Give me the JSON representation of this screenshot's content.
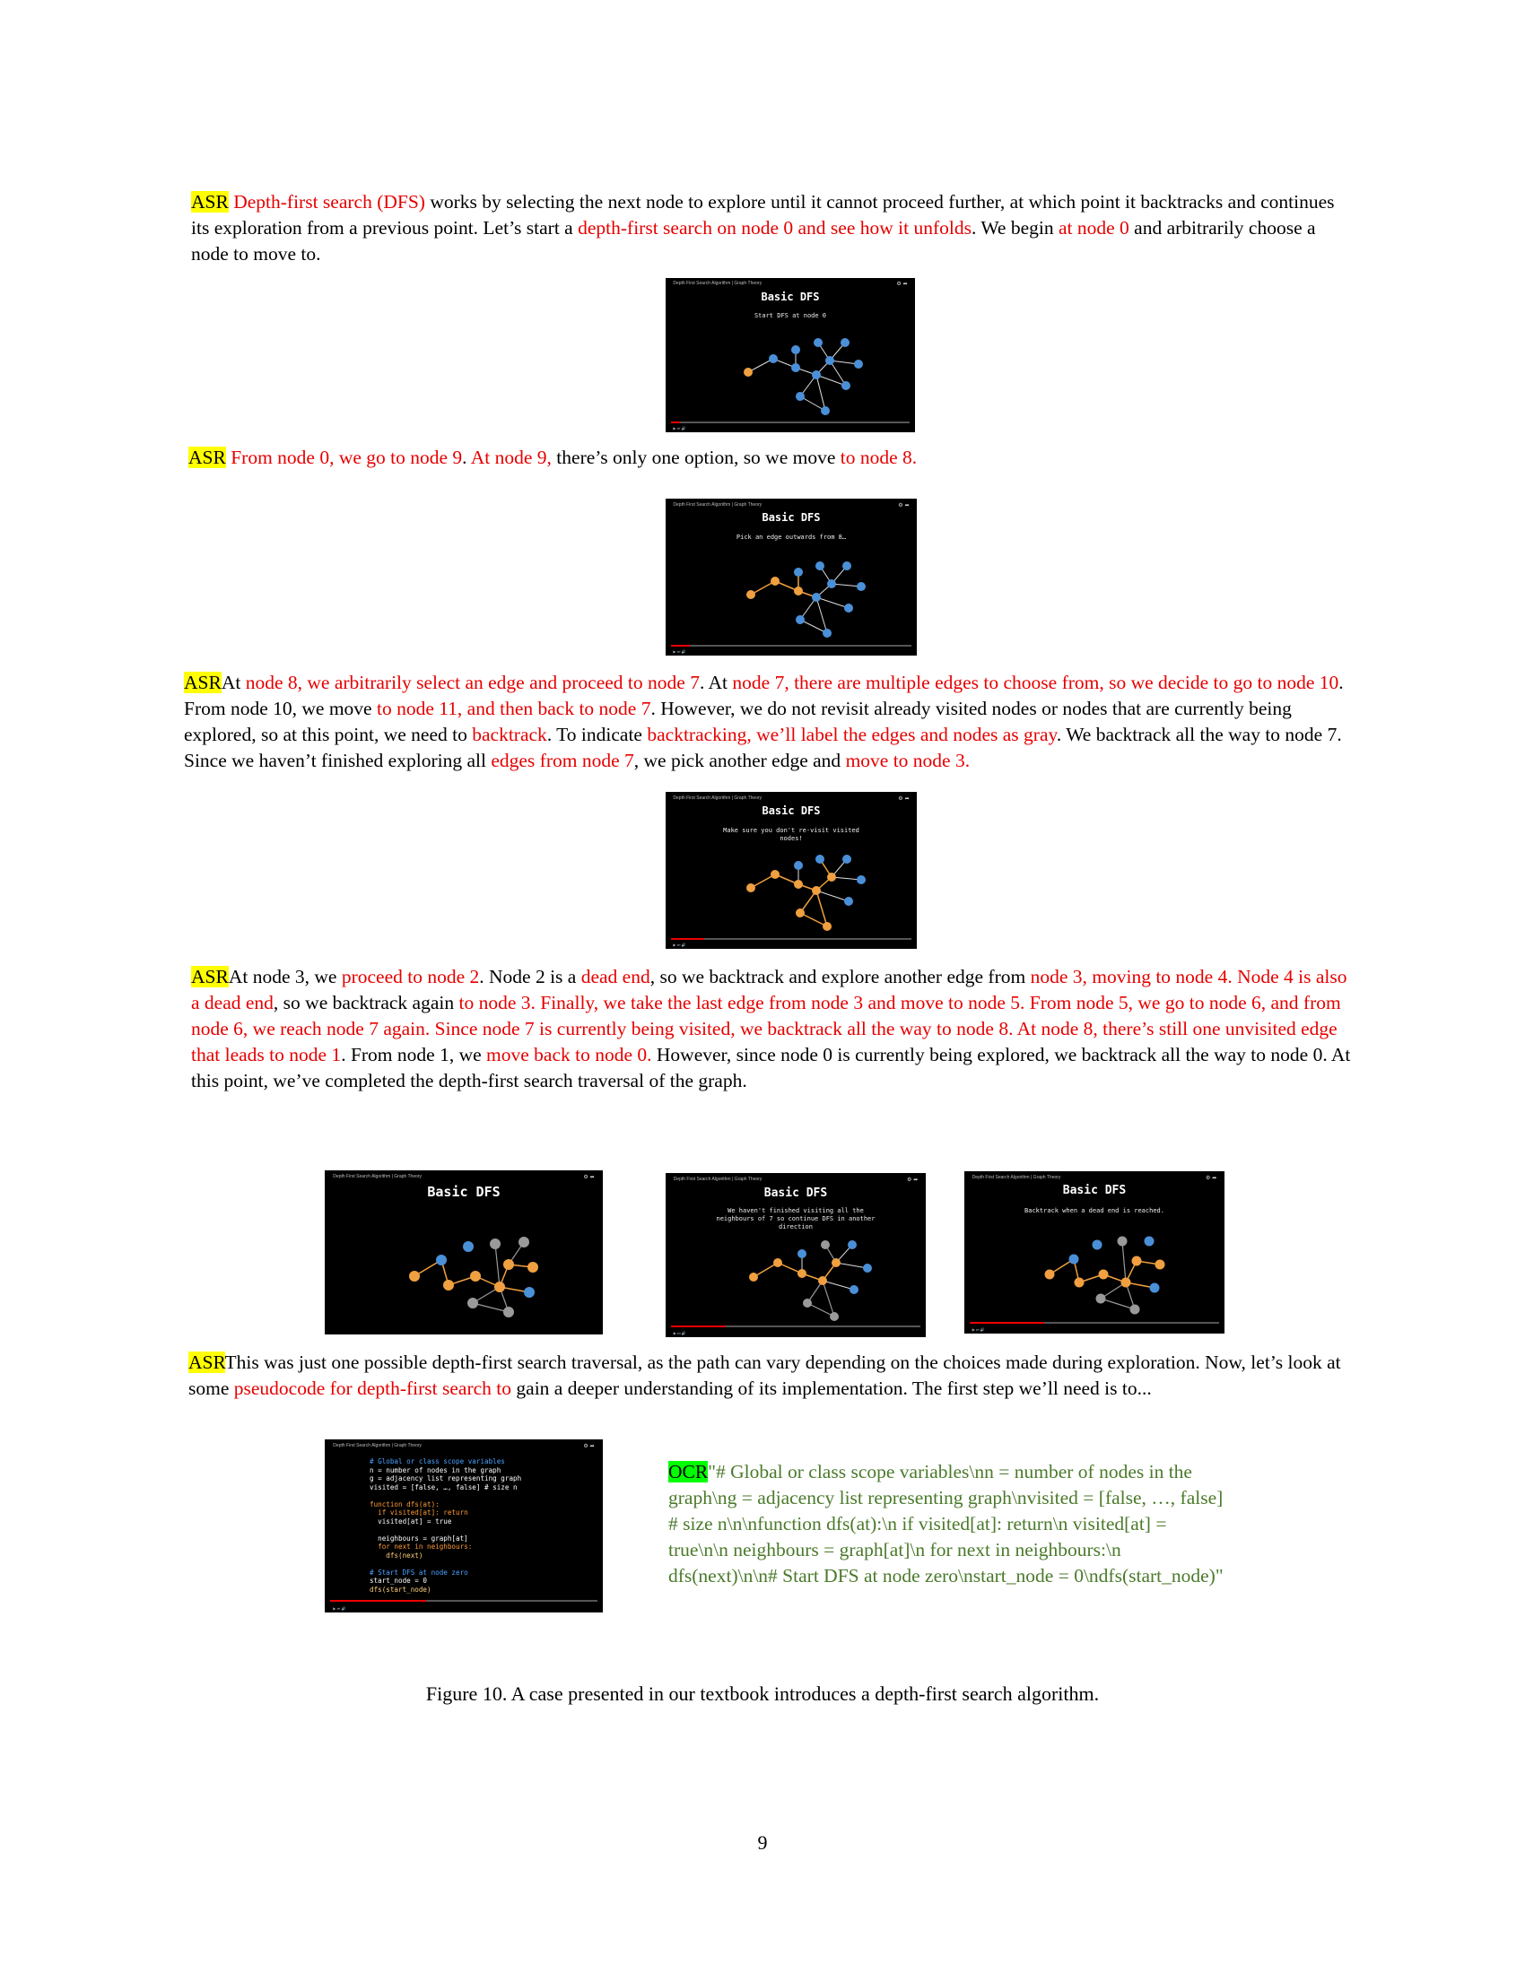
{
  "tags": {
    "asr": "ASR",
    "ocr": "OCR"
  },
  "para1": {
    "s1_red": "Depth-first search (DFS)",
    "s1": " works by selecting the next node to explore until it cannot proceed further, at which point it backtracks and continues its exploration from a previous point. Let’s start a ",
    "s2_red": "depth-first search on node 0 and see how it unfolds",
    "s2": ". We begin ",
    "s3_red": "at node 0",
    "s3": " and arbitrarily choose a node to move to."
  },
  "para2": {
    "s1_red": "From node 0, we go to node 9",
    "s1": ". ",
    "s2_red": "At node 9,",
    "s2": " there’s only one option, so we move ",
    "s3_red": "to node 8."
  },
  "para3": {
    "s1": "At ",
    "s2_red": "node 8, we arbitrarily select an edge and proceed to node 7",
    "s2": ". At ",
    "s3_red": "node 7, there are multiple edges to choose from, so we decide to go to node 10",
    "s3": ". From node 10, we move ",
    "s4_red": "to node 11, and then back to node 7",
    "s4": ".  However, we do not revisit already visited nodes or nodes that are currently being explored, so at this point, we need to ",
    "s5_red": "backtrack",
    "s5": ". To indicate ",
    "s6_red": "backtracking, we’ll label the edges and nodes as gray",
    "s6": ". We backtrack all the way to node 7. Since we haven’t finished exploring all ",
    "s7_red": "edges from node 7",
    "s7": ", we pick another edge and ",
    "s8_red": "move to node 3."
  },
  "para4": {
    "s1": "At node 3, we ",
    "s2_red": "proceed to node 2",
    "s2": ". Node 2 is a ",
    "s3_red": "dead end",
    "s3": ", so we backtrack and explore another edge from ",
    "s4_red": "node 3, moving to node 4. Node 4 is also a dead end",
    "s4": ", so we backtrack again ",
    "s5_red": "to node 3. Finally, we take the last edge from node 3 and move to node 5. From node 5, we go to node 6, and from node 6, we reach node 7 again. Since node 7 is currently being visited, we backtrack all the way to node 8. At node 8, there’s still one unvisited edge that leads to node 1",
    "s5": ". From node 1, we ",
    "s6_red": "move back to node 0.",
    "s6": " However, since node 0 is currently being explored, we backtrack all the way to node 0. At this point, we’ve completed the depth-first search traversal of the graph."
  },
  "para5": {
    "s1": "This was just one possible depth-first search traversal, as the path can vary depending on the choices made during exploration. Now, let’s look at some ",
    "s2_red": "pseudocode for depth-first search to",
    "s2": " gain a deeper understanding of its implementation. The first step we’ll need is to..."
  },
  "ocr": {
    "text": "\"# Global or class scope variables\\nn = number of nodes in the graph\\ng = adjacency list representing graph\\nvisited = [false, …, false] # size n\\n\\nfunction dfs(at):\\n    if visited[at]: return\\n    visited[at] = true\\n\\n    neighbours = graph[at]\\n    for next in neighbours:\\n        dfs(next)\\n\\n# Start DFS at node zero\\nstart_node = 0\\ndfs(start_node)\""
  },
  "video": {
    "source": "Depth First Search Algorithm | Graph Theory",
    "title": "Basic DFS",
    "shot1_sub": "Start DFS at node 0",
    "shot2_sub": "Pick an edge outwards from 8…",
    "shot3_sub": "Make sure you don't re-visit visited nodes!",
    "shot5_sub": "We haven't finished visiting all the neighbours of 7 so continue DFS in another direction",
    "shot6_sub": "Backtrack when a dead end is reached.",
    "code_lines": [
      "# Global or class scope variables",
      "n = number of nodes in the graph",
      "g = adjacency list representing graph",
      "visited = [false, …, false] # size n",
      "",
      "function dfs(at):",
      "  if visited[at]: return",
      "  visited[at] = true",
      "",
      "  neighbours = graph[at]",
      "  for next in neighbours:",
      "    dfs(next)",
      "",
      "# Start DFS at node zero",
      "start_node = 0",
      "dfs(start_node)"
    ]
  },
  "colors": {
    "highlight_asr": "#ffff00",
    "highlight_ocr": "#00ff00",
    "red_text": "#e60000",
    "ocr_text": "#4a7a2a",
    "node_blue": "#4a90d9",
    "node_orange": "#f0a040",
    "node_gray": "#9a9a9a"
  },
  "caption": "Figure 10. A case presented in our textbook introduces a depth-first search algorithm.",
  "page_number": "9"
}
